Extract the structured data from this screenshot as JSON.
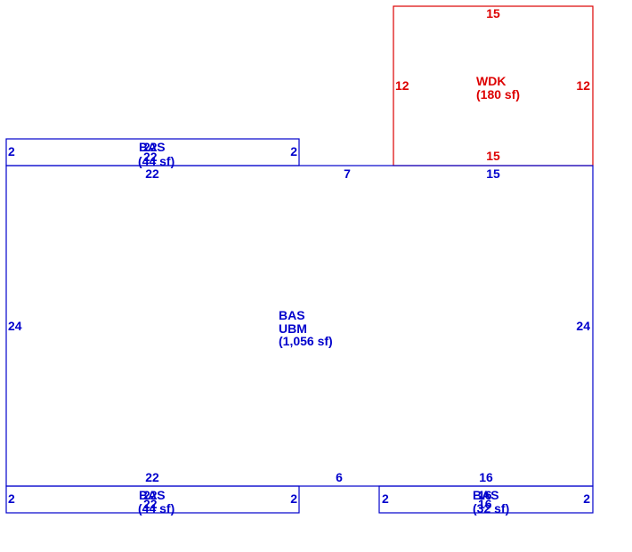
{
  "colors": {
    "living_area": "#0000cc",
    "deck": "#dd0000",
    "background": "#ffffff"
  },
  "main": {
    "label_line1": "BAS",
    "label_line2": "UBM",
    "area": "(1,056 sf)",
    "dim_top_left": "22",
    "dim_top_middle": "7",
    "dim_top_right": "15",
    "dim_left": "24",
    "dim_right": "24",
    "dim_bottom_left": "22",
    "dim_bottom_middle": "6",
    "dim_bottom_right": "16"
  },
  "top_bay": {
    "label_line1": "BAS",
    "overlap_line1": "22",
    "overlap_line2": "22",
    "area": "(44 sf)",
    "dim_left": "2",
    "dim_right": "2"
  },
  "bottom_left_bay": {
    "label_line1": "BAS",
    "overlap_line1": "22",
    "overlap_line2": "22",
    "area": "(44 sf)",
    "dim_left": "2",
    "dim_right": "2"
  },
  "bottom_right_bay": {
    "label_line1": "BAS",
    "overlap_line1": "16",
    "overlap_line2": "16",
    "area": "(32 sf)",
    "dim_left": "2",
    "dim_right": "2"
  },
  "deck": {
    "label": "WDK",
    "area": "(180 sf)",
    "dim_top": "15",
    "dim_bottom": "15",
    "dim_left": "12",
    "dim_right": "12"
  }
}
